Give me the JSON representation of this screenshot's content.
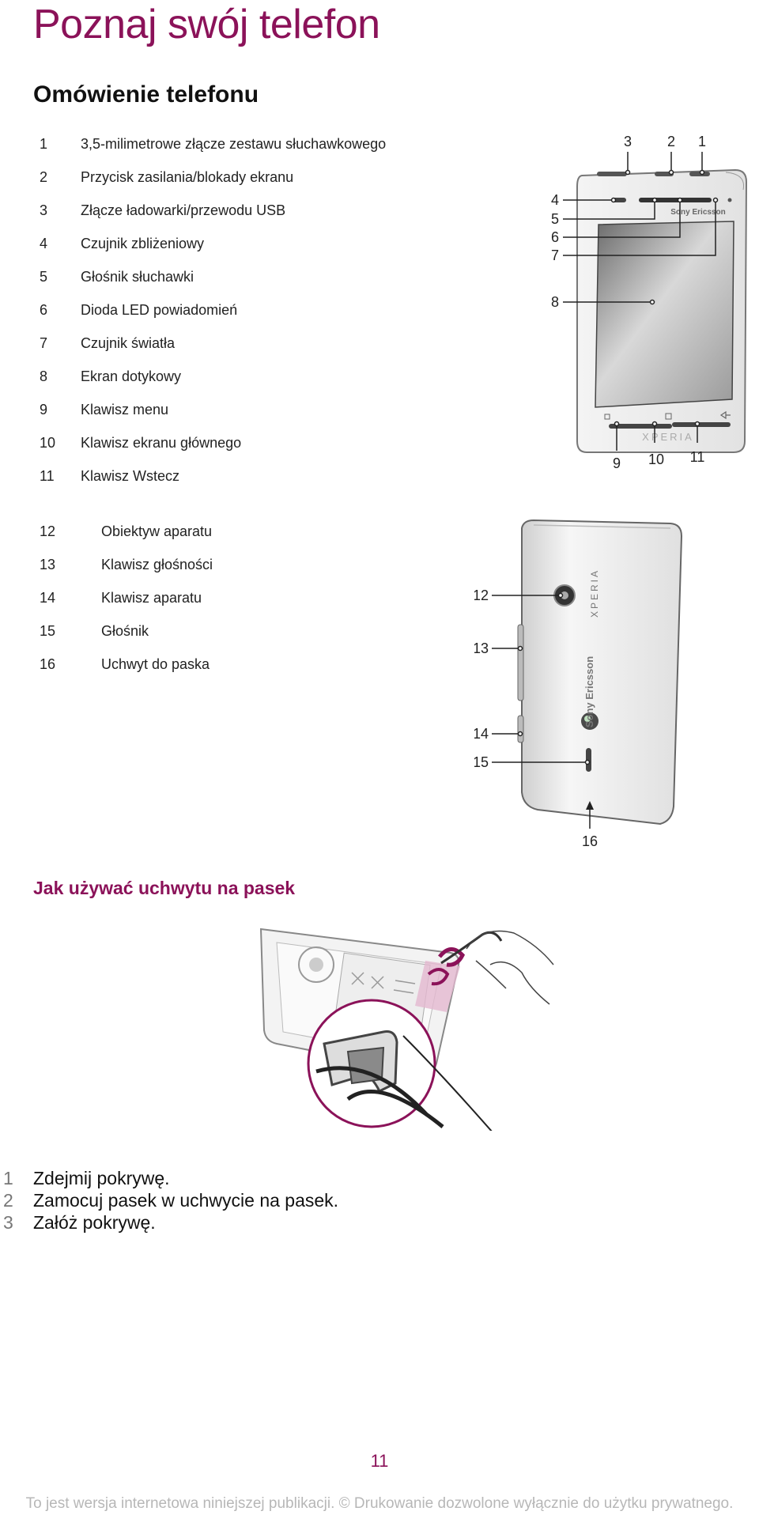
{
  "page": {
    "title": "Poznaj swój telefon",
    "section_title": "Omówienie telefonu",
    "subsection_title": "Jak używać uchwytu na pasek",
    "page_number": "11",
    "footer": "To jest wersja internetowa niniejszej publikacji. © Drukowanie dozwolone wyłącznie do użytku prywatnego."
  },
  "front_parts": [
    {
      "num": "1",
      "label": "3,5-milimetrowe złącze zestawu słuchawkowego"
    },
    {
      "num": "2",
      "label": "Przycisk zasilania/blokady ekranu"
    },
    {
      "num": "3",
      "label": "Złącze ładowarki/przewodu USB"
    },
    {
      "num": "4",
      "label": "Czujnik zbliżeniowy"
    },
    {
      "num": "5",
      "label": "Głośnik słuchawki"
    },
    {
      "num": "6",
      "label": "Dioda LED powiadomień"
    },
    {
      "num": "7",
      "label": "Czujnik światła"
    },
    {
      "num": "8",
      "label": "Ekran dotykowy"
    },
    {
      "num": "9",
      "label": "Klawisz menu"
    },
    {
      "num": "10",
      "label": "Klawisz ekranu głównego"
    },
    {
      "num": "11",
      "label": "Klawisz Wstecz"
    }
  ],
  "back_parts": [
    {
      "num": "12",
      "label": "Obiektyw aparatu"
    },
    {
      "num": "13",
      "label": "Klawisz głośności"
    },
    {
      "num": "14",
      "label": "Klawisz aparatu"
    },
    {
      "num": "15",
      "label": "Głośnik"
    },
    {
      "num": "16",
      "label": "Uchwyt do paska"
    }
  ],
  "front_callouts": {
    "c1": "1",
    "c2": "2",
    "c3": "3",
    "c4": "4",
    "c5": "5",
    "c6": "6",
    "c7": "7",
    "c8": "8",
    "c9": "9",
    "c10": "10",
    "c11": "11"
  },
  "back_callouts": {
    "c12": "12",
    "c13": "13",
    "c14": "14",
    "c15": "15",
    "c16": "16"
  },
  "phone_branding": {
    "brand": "Sony Ericsson",
    "model": "XPERIA"
  },
  "steps": [
    {
      "num": "1",
      "text": "Zdejmij pokrywę."
    },
    {
      "num": "2",
      "text": "Zamocuj pasek w uchwycie na pasek."
    },
    {
      "num": "3",
      "text": "Załóż pokrywę."
    }
  ],
  "colors": {
    "accent": "#8b1259",
    "text": "#222222",
    "footer": "#b7b7b7"
  }
}
